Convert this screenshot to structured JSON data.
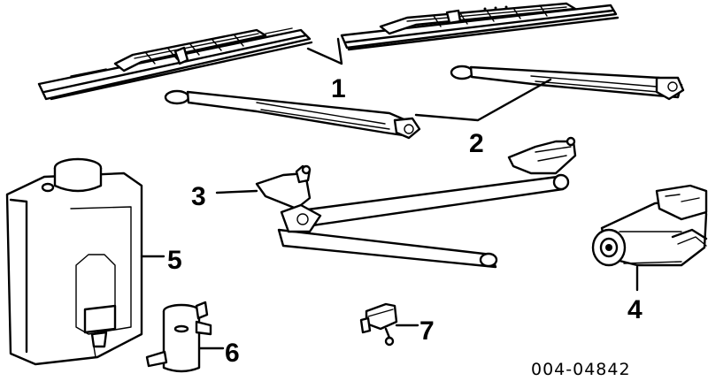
{
  "diagram": {
    "callouts": [
      {
        "id": "1",
        "part": "wiper-blades"
      },
      {
        "id": "2",
        "part": "wiper-arms"
      },
      {
        "id": "3",
        "part": "wiper-linkage"
      },
      {
        "id": "4",
        "part": "wiper-motor"
      },
      {
        "id": "5",
        "part": "washer-reservoir"
      },
      {
        "id": "6",
        "part": "washer-pump"
      },
      {
        "id": "7",
        "part": "washer-nozzle"
      }
    ],
    "code": "004-04842"
  }
}
